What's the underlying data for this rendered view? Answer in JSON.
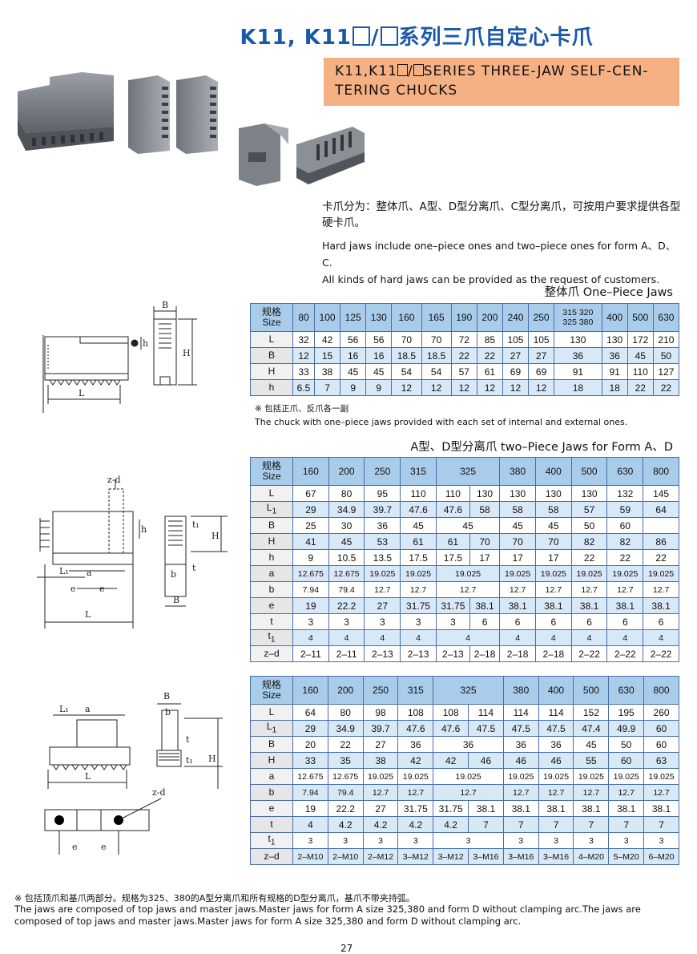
{
  "title": {
    "prefix": "K11, K11",
    "mid": "/",
    "suffix": "系列三爪自定心卡爪"
  },
  "banner": {
    "line1_prefix": "K11,K11",
    "line1_mid": "/",
    "line1_suffix": "SERIES THREE-JAW SELF-CEN-",
    "line2": "TERING CHUCKS"
  },
  "notes": {
    "cn": "卡爪分为：整体爪、A型、D型分离爪、C型分离爪，可按用户要求提供各型硬卡爪。",
    "en1": "Hard jaws include one–piece ones and two–piece ones for form A、D、C.",
    "en2": "All kinds of hard jaws can be provided as the request of customers."
  },
  "table1": {
    "title": "整体爪 One–Piece Jaws",
    "header_label_cn": "规格",
    "header_label_en": "Size",
    "sizes": [
      "80",
      "100",
      "125",
      "130",
      "160",
      "165",
      "190",
      "200",
      "240",
      "250",
      "315 320\n325 380",
      "400",
      "500",
      "630"
    ],
    "rows": [
      {
        "label": "L",
        "values": [
          "32",
          "42",
          "56",
          "56",
          "70",
          "70",
          "72",
          "85",
          "105",
          "105",
          "130",
          "130",
          "172",
          "210"
        ]
      },
      {
        "label": "B",
        "values": [
          "12",
          "15",
          "16",
          "16",
          "18.5",
          "18.5",
          "22",
          "22",
          "27",
          "27",
          "36",
          "36",
          "45",
          "50"
        ]
      },
      {
        "label": "H",
        "values": [
          "33",
          "38",
          "45",
          "45",
          "54",
          "54",
          "57",
          "61",
          "69",
          "69",
          "91",
          "91",
          "110",
          "127"
        ]
      },
      {
        "label": "h",
        "values": [
          "6.5",
          "7",
          "9",
          "9",
          "12",
          "12",
          "12",
          "12",
          "12",
          "12",
          "18",
          "18",
          "22",
          "22"
        ]
      }
    ],
    "foot_cn": "※ 包括正爪、反爪各一副",
    "foot_en": "The chuck with one–piece jaws provided with each set of internal and external ones."
  },
  "table2": {
    "title": "A型、D型分离爪 two–Piece Jaws for Form A、D",
    "header_label_cn": "规格",
    "header_label_en": "Size",
    "sizes": [
      "160",
      "200",
      "250",
      "315",
      "325",
      "380",
      "400",
      "500",
      "630",
      "800"
    ],
    "rows": [
      {
        "label": "L",
        "values": [
          "67",
          "80",
          "95",
          "110",
          "110",
          "130",
          "130",
          "130",
          "130",
          "132",
          "145"
        ]
      },
      {
        "label": "L1",
        "values": [
          "29",
          "34.9",
          "39.7",
          "47.6",
          "47.6",
          "58",
          "58",
          "58",
          "57",
          "59",
          "64"
        ]
      },
      {
        "label": "B",
        "values": [
          "25",
          "30",
          "36",
          "45",
          "45",
          "45",
          "45",
          "50",
          "60"
        ]
      },
      {
        "label": "H",
        "values": [
          "41",
          "45",
          "53",
          "61",
          "61",
          "70",
          "70",
          "70",
          "82",
          "82",
          "86"
        ]
      },
      {
        "label": "h",
        "values": [
          "9",
          "10.5",
          "13.5",
          "17.5",
          "17.5",
          "17",
          "17",
          "17",
          "22",
          "22",
          "22"
        ]
      },
      {
        "label": "a",
        "values": [
          "12.675",
          "12.675",
          "19.025",
          "19.025",
          "19.025",
          "19.025",
          "19.025",
          "19.025",
          "19.025",
          "19.025"
        ]
      },
      {
        "label": "b",
        "values": [
          "7.94",
          "79.4",
          "12.7",
          "12.7",
          "12.7",
          "12.7",
          "12.7",
          "12.7",
          "12.7",
          "12.7"
        ]
      },
      {
        "label": "e",
        "values": [
          "19",
          "22.2",
          "27",
          "31.75",
          "31.75",
          "38.1",
          "38.1",
          "38.1",
          "38.1",
          "38.1",
          "38.1"
        ]
      },
      {
        "label": "t",
        "values": [
          "3",
          "3",
          "3",
          "3",
          "3",
          "6",
          "6",
          "6",
          "6",
          "6",
          "6"
        ]
      },
      {
        "label": "t1",
        "values": [
          "4",
          "4",
          "4",
          "4",
          "4",
          "4",
          "4",
          "4",
          "4",
          "4"
        ]
      },
      {
        "label": "z–d",
        "values": [
          "2–11",
          "2–11",
          "2–13",
          "2–13",
          "2–13",
          "2–18",
          "2–18",
          "2–18",
          "2–22",
          "2–22",
          "2–22"
        ]
      }
    ]
  },
  "table3": {
    "header_label_cn": "规格",
    "header_label_en": "Size",
    "sizes": [
      "160",
      "200",
      "250",
      "315",
      "325",
      "380",
      "400",
      "500",
      "630",
      "800"
    ],
    "rows": [
      {
        "label": "L",
        "values": [
          "64",
          "80",
          "98",
          "108",
          "108",
          "114",
          "114",
          "114",
          "152",
          "195",
          "260"
        ]
      },
      {
        "label": "L1",
        "values": [
          "29",
          "34.9",
          "39.7",
          "47.6",
          "47.6",
          "47.5",
          "47.5",
          "47.5",
          "47.4",
          "49.9",
          "60"
        ]
      },
      {
        "label": "B",
        "values": [
          "20",
          "22",
          "27",
          "36",
          "36",
          "36",
          "36",
          "45",
          "50",
          "60"
        ]
      },
      {
        "label": "H",
        "values": [
          "33",
          "35",
          "38",
          "42",
          "42",
          "46",
          "46",
          "46",
          "55",
          "60",
          "63"
        ]
      },
      {
        "label": "a",
        "values": [
          "12.675",
          "12.675",
          "19.025",
          "19.025",
          "19.025",
          "19.025",
          "19.025",
          "19.025",
          "19.025",
          "19.025"
        ]
      },
      {
        "label": "b",
        "values": [
          "7.94",
          "79.4",
          "12.7",
          "12.7",
          "12.7",
          "12.7",
          "12.7",
          "12.7",
          "12.7",
          "12.7"
        ]
      },
      {
        "label": "e",
        "values": [
          "19",
          "22.2",
          "27",
          "31.75",
          "31.75",
          "38.1",
          "38.1",
          "38.1",
          "38.1",
          "38.1",
          "38.1"
        ]
      },
      {
        "label": "t",
        "values": [
          "4",
          "4.2",
          "4.2",
          "4.2",
          "4.2",
          "7",
          "7",
          "7",
          "7",
          "7",
          "7"
        ]
      },
      {
        "label": "t1",
        "values": [
          "3",
          "3",
          "3",
          "3",
          "3",
          "3",
          "3",
          "3",
          "3",
          "3"
        ]
      },
      {
        "label": "z–d",
        "values": [
          "2–M10",
          "2–M10",
          "2–M12",
          "3–M12",
          "3–M12",
          "3–M16",
          "3–M16",
          "3–M16",
          "4–M20",
          "5–M20",
          "6–M20"
        ]
      }
    ]
  },
  "bottom_note": {
    "cn": "※ 包括顶爪和基爪两部分。规格为325、380的A型分离爪和所有规格的D型分离爪，基爪不带夹持弧。",
    "en": "The jaws are composed of top jaws and master jaws.Master jaws for form A size 325,380 and form D without clamping arc.The jaws are composed of top jaws and master jaws.Master jaws for form A size 325,380 and form D without clamping arc."
  },
  "page_number": "27",
  "drawing_labels": {
    "B": "B",
    "H": "H",
    "h": "h",
    "L": "L",
    "L1": "L₁",
    "a": "a",
    "b": "b",
    "e": "e",
    "t": "t",
    "t1": "t₁",
    "zd": "z-d"
  },
  "colors": {
    "title_blue": "#1a58a8",
    "banner": "#f5b184",
    "table_header": "#a9ccea",
    "table_alt": "#d7e8f6"
  }
}
